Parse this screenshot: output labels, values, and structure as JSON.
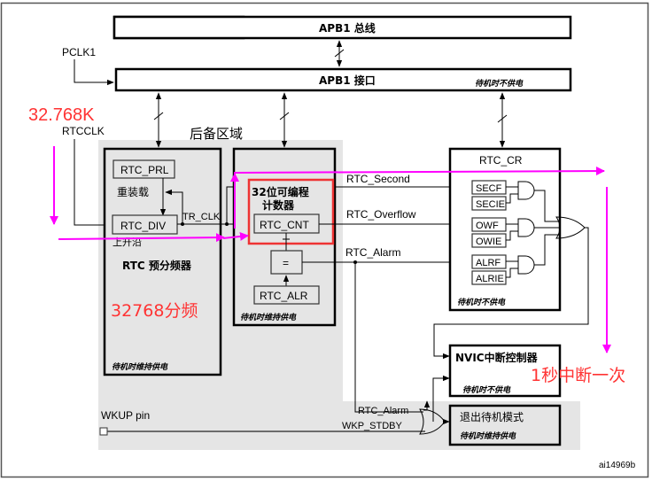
{
  "figure_id": "ai14969b",
  "buses": {
    "apb1_bus": "APB1 总线",
    "apb1_interface": "APB1 接口",
    "apb1_interface_note": "待机时不供电"
  },
  "clocks": {
    "pclk1": "PCLK1",
    "rtcclk": "RTCCLK",
    "tr_clk": "TR_CLK"
  },
  "backup_domain": {
    "label": "后备区域"
  },
  "prescaler": {
    "prl": "RTC_PRL",
    "reload_label": "重装载",
    "div": "RTC_DIV",
    "rising_edge": "上升沿",
    "title": "RTC 预分频器",
    "power_note": "待机时维持供电"
  },
  "counter": {
    "caption": "32位可编程\n计数器",
    "caption_line1": "32位可编程",
    "caption_line2": "计数器",
    "cnt": "RTC_CNT",
    "compare": "=",
    "alr": "RTC_ALR",
    "power_note": "待机时维持供电"
  },
  "signals": {
    "second": "RTC_Second",
    "overflow": "RTC_Overflow",
    "alarm": "RTC_Alarm",
    "alarm2": "RTC_Alarm",
    "wkp_stdby": "WKP_STDBY",
    "wkup_pin": "WKUP pin"
  },
  "control_register": {
    "title": "RTC_CR",
    "flags": [
      "SECF",
      "SECIE",
      "OWF",
      "OWIE",
      "ALRF",
      "ALRIE"
    ],
    "power_note": "待机时不供电"
  },
  "nvic": {
    "title": "NVIC中断控制器",
    "power_note": "待机时不供电"
  },
  "standby_exit": {
    "title": "退出待机模式",
    "power_note": "待机时维持供电"
  },
  "annotations": {
    "freq": "32.768K",
    "divide": "32768分频",
    "one_sec": "1秒中断一次",
    "color": "#ff3333",
    "arrow_color": "#ff00ff",
    "highlight_color": "#ee3333"
  }
}
